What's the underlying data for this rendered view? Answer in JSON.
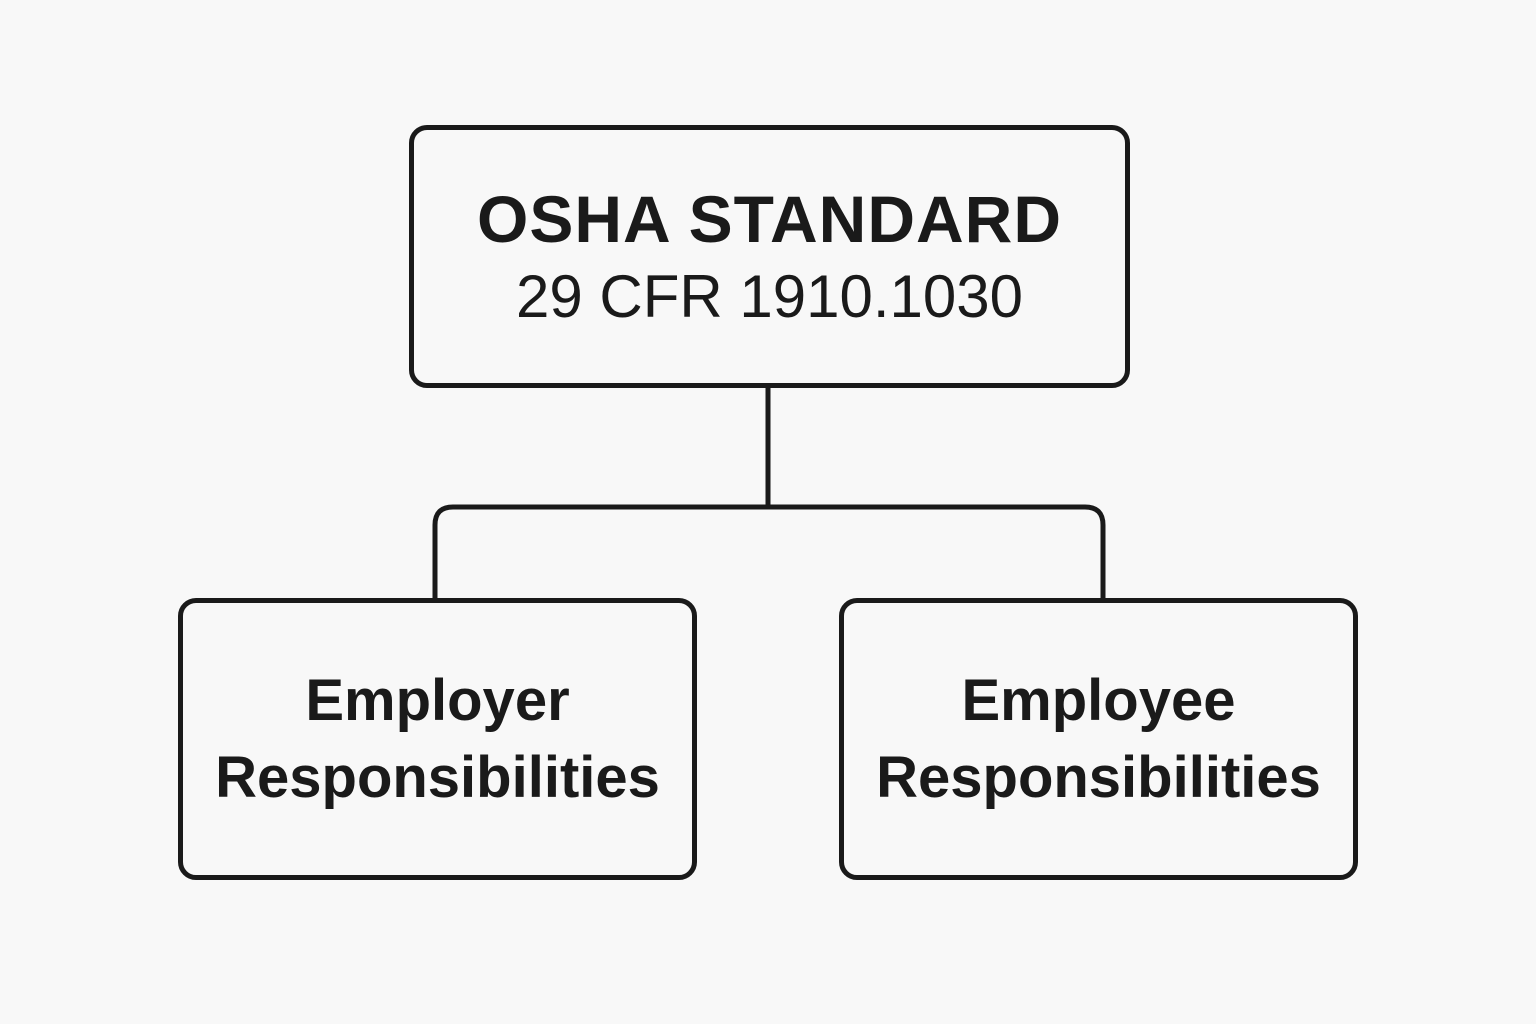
{
  "root": {
    "title": "OSHA STANDARD",
    "subtitle": "29 CFR 1910.1030"
  },
  "children": [
    {
      "line1": "Employer",
      "line2": "Responsibilities"
    },
    {
      "line1": "Employee",
      "line2": "Responsibilities"
    }
  ],
  "colors": {
    "stroke": "#1a1a1a",
    "background": "#f8f8f8"
  }
}
